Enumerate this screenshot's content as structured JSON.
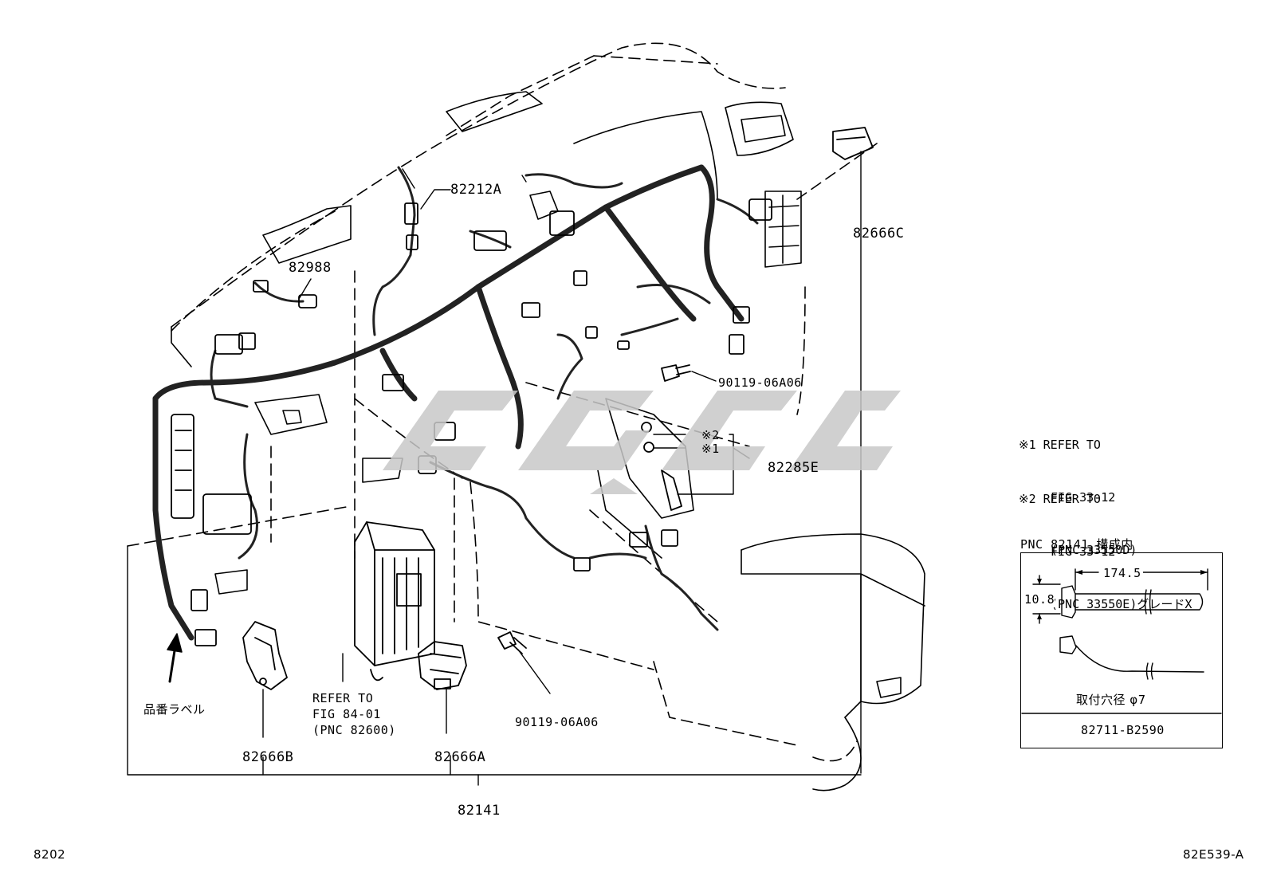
{
  "callouts": {
    "p82212a": "82212A",
    "p82988": "82988",
    "p90119_top": "90119-06A06",
    "p82666c": "82666C",
    "mark2": "※2",
    "mark1": "※1",
    "p82285e": "82285E",
    "refer_fig84_line1": "REFER TO",
    "refer_fig84_line2": "FIG 84-01",
    "refer_fig84_line3": "(PNC 82600)",
    "p90119_bottom": "90119-06A06",
    "p82666b": "82666B",
    "p82666a": "82666A",
    "p82141": "82141",
    "part_label": "品番ラベル"
  },
  "notes": {
    "note1_mark": "※1",
    "note1_line1": "REFER TO",
    "note1_line2": "FIG 33-12",
    "note1_line3": "(PNC 33550D)",
    "note2_mark": "※2",
    "note2_line1": "REFER TO",
    "note2_line2": "FIG 33-12",
    "note2_line3": "(PNC 33550E)グレードX"
  },
  "inset": {
    "caption": "PNC 82141 構成内",
    "length_dim": "174.5",
    "height_dim": "10.8",
    "hole_label": "取付穴径 φ7",
    "part_number": "82711-B2590"
  },
  "footer": {
    "page_ref": "8202",
    "figure_code": "82E539-A"
  },
  "colors": {
    "line": "#000000",
    "watermark": "#c8c8c8"
  }
}
